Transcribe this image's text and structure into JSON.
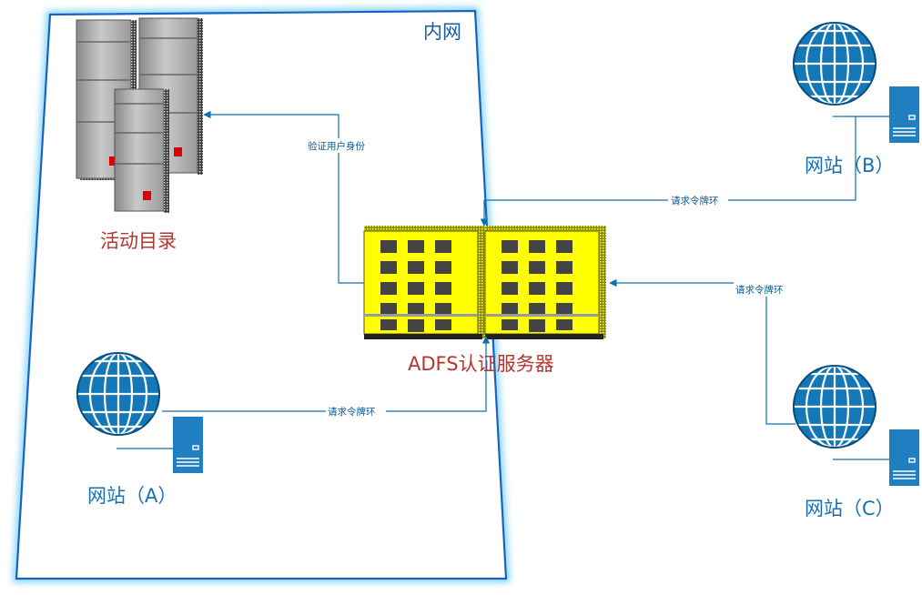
{
  "diagram": {
    "zone_label": "内网",
    "nodes": {
      "active_directory": "活动目录",
      "adfs_server": "ADFS认证服务器",
      "site_a": "网站（A）",
      "site_b": "网站（B）",
      "site_c": "网站（C）"
    },
    "edges": {
      "verify_identity": "验证用户身份",
      "token_request_a": "请求令牌环",
      "token_request_b": "请求令牌环",
      "token_request_c": "请求令牌环"
    }
  },
  "colors": {
    "intranet_border": "#1565c0",
    "intranet_glow": "#7fd0f5",
    "link_line": "#0c6fb0",
    "node_label_red": "#b5362e",
    "node_label_blue": "#1a6fb3",
    "globe": "#1478b8",
    "server_box": "#1f7fc0",
    "building_yellow": "#ffff00"
  }
}
